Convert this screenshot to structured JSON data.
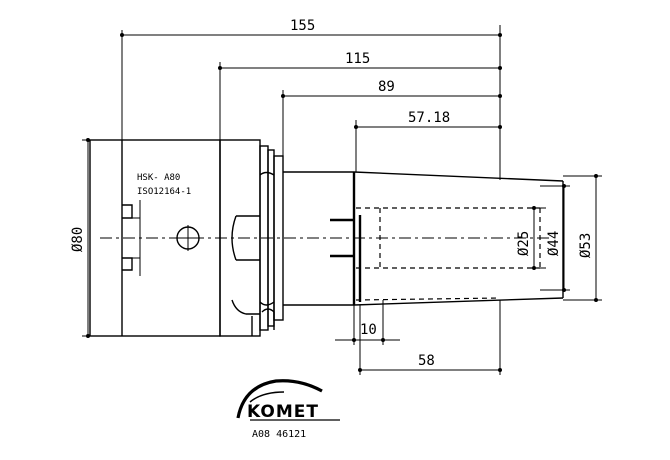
{
  "dimensions": {
    "d155": "155",
    "d115": "115",
    "d89": "89",
    "d57": "57.18",
    "d10": "10",
    "d58": "58",
    "dia80": "Ø80",
    "dia25": "Ø25",
    "dia44": "Ø44",
    "dia53": "Ø53"
  },
  "labels": {
    "shank_type": "HSK- A80",
    "norm": "ISO12164-1"
  },
  "logo": {
    "brand": "KOMET",
    "order_code": "A08 46121"
  }
}
